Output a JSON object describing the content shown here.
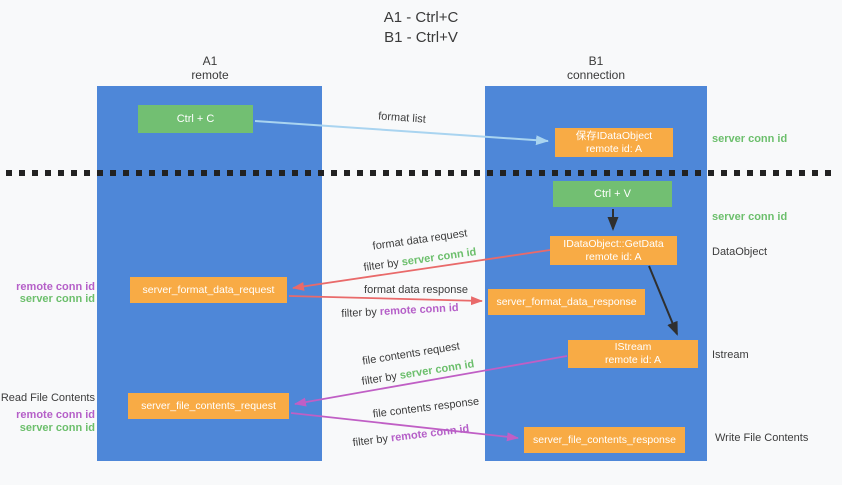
{
  "title": {
    "line1": "A1 - Ctrl+C",
    "line2": "B1 - Ctrl+V"
  },
  "lifelines": {
    "left": {
      "id": "A1",
      "name": "remote"
    },
    "right": {
      "id": "B1",
      "name": "connection"
    }
  },
  "boxes": {
    "ctrl_c": {
      "label": "Ctrl + C"
    },
    "save_idataobject": {
      "line1": "保存IDataObject",
      "line2": "remote id: A"
    },
    "ctrl_v": {
      "label": "Ctrl + V"
    },
    "getdata": {
      "line1": "IDataObject::GetData",
      "line2": "remote id: A"
    },
    "format_request": {
      "label": "server_format_data_request"
    },
    "format_response": {
      "label": "server_format_data_response"
    },
    "istream": {
      "line1": "IStream",
      "line2": "remote id: A"
    },
    "file_request": {
      "label": "server_file_contents_request"
    },
    "file_response": {
      "label": "server_file_contents_response"
    }
  },
  "arrows": {
    "format_list": {
      "label": "format list"
    },
    "format_data_request": {
      "label": "format data request",
      "filter_prefix": "filter by ",
      "filter_key": "server conn id"
    },
    "format_data_response": {
      "label": "format data response",
      "filter_prefix": "filter by ",
      "filter_key": "remote conn id"
    },
    "file_contents_request": {
      "label": "file contents request",
      "filter_prefix": "filter by ",
      "filter_key": "server conn id"
    },
    "file_contents_response": {
      "label": "file contents response",
      "filter_prefix": "filter by ",
      "filter_key": "remote conn id"
    }
  },
  "side_labels": {
    "right_server_conn_top": "server conn id",
    "right_server_conn_mid": "server conn id",
    "right_dataobject": "DataObject",
    "right_istream": "Istream",
    "right_write_file": "Write File Contents",
    "left_remote_conn_top": "remote conn id",
    "left_server_conn_top": "server conn id",
    "left_read_file": "Read File Contents",
    "left_remote_conn_bottom": "remote conn id",
    "left_server_conn_bottom": "server conn id"
  },
  "colors": {
    "lifeline_blue": "#4e87d8",
    "green_box": "#72bf72",
    "orange_box": "#f8ab45",
    "arrow_light_blue": "#a9d4f0",
    "arrow_red": "#e96a6a",
    "arrow_magenta": "#c05fc5",
    "arrow_black": "#2f2f2f",
    "text_green": "#6cbf6c",
    "text_purple": "#b55fc8",
    "text_dark": "#3c3c3c"
  }
}
